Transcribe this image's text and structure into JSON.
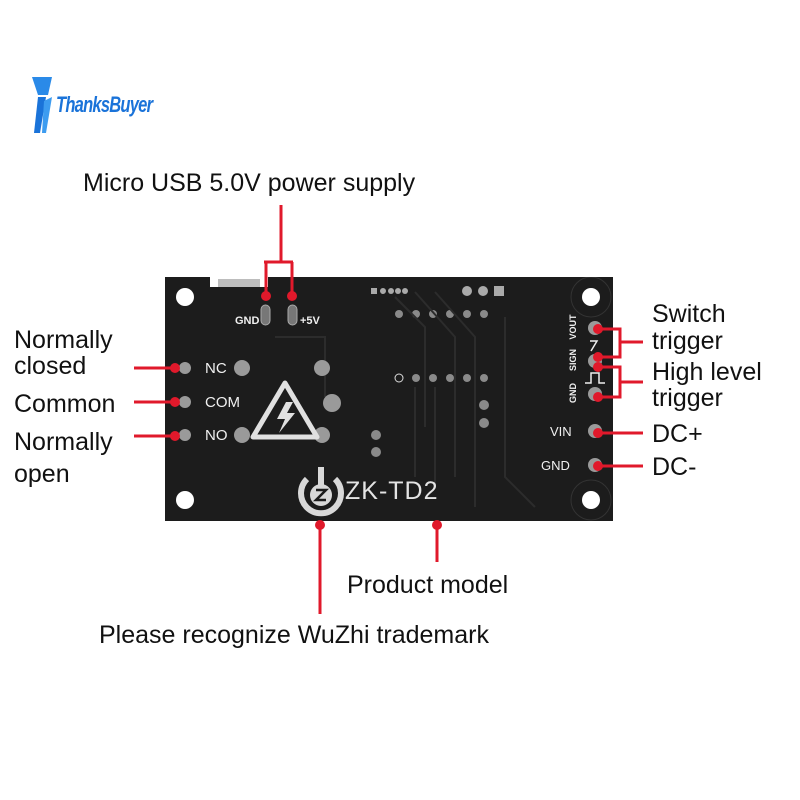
{
  "brand": {
    "logo_text": "ThanksBuyer"
  },
  "board": {
    "model": "ZK-TD2",
    "silkscreen": {
      "usb_gnd": "GND",
      "usb_5v": "+5V",
      "nc": "NC",
      "com": "COM",
      "no": "NO",
      "vout": "VOUT",
      "sign": "SIGN",
      "gnd_trigger": "GND",
      "vin": "VIN",
      "gnd_dc": "GND"
    }
  },
  "callouts": {
    "usb_power": "Micro USB 5.0V power supply",
    "normally_closed": [
      "Normally",
      "closed"
    ],
    "common": "Common",
    "normally_open": [
      "Normally",
      "open"
    ],
    "switch_trigger": [
      "Switch",
      "trigger"
    ],
    "high_level_trigger": [
      "High level",
      "trigger"
    ],
    "dc_plus": "DC+",
    "dc_minus": "DC-",
    "product_model": "Product model",
    "trademark": "Please recognize WuZhi trademark"
  },
  "colors": {
    "callout_red": "#e0192b",
    "board": "#1c1c1c",
    "brand_blue": "#1a73d9"
  }
}
